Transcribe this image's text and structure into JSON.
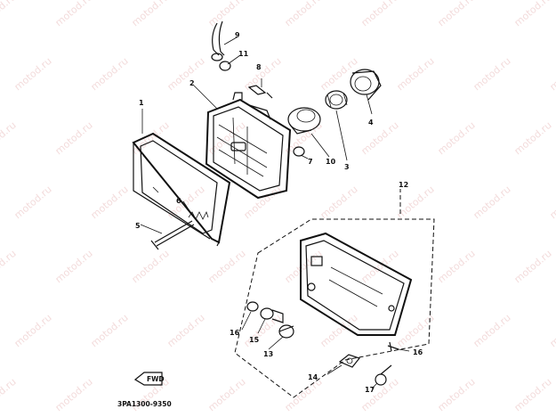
{
  "diagram": {
    "watermark_text": "motod.ru",
    "drawing_code": "3PA1300-9350",
    "fwd_text": "FWD",
    "callouts": {
      "c1": "1",
      "c2": "2",
      "c3": "3",
      "c4": "4",
      "c5": "5",
      "c6": "6",
      "c7": "7",
      "c8": "8",
      "c9": "9",
      "c10": "10",
      "c11": "11",
      "c12": "12",
      "c13": "13",
      "c14": "14",
      "c15": "15",
      "c16a": "16",
      "c16b": "16",
      "c17": "17"
    }
  }
}
